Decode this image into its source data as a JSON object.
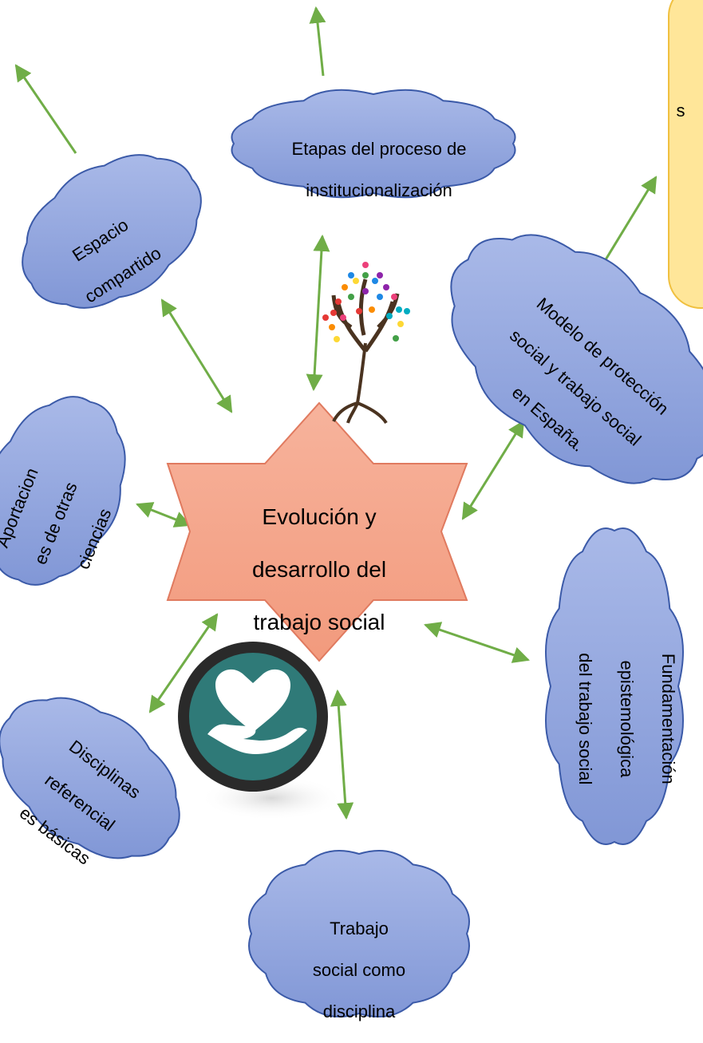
{
  "center": {
    "lines": [
      "Evolución y",
      "desarrollo del",
      "trabajo social"
    ]
  },
  "nodes": {
    "etapas": {
      "lines": [
        "Etapas del proceso de",
        "institucionalización"
      ]
    },
    "espacio": {
      "lines": [
        "Espacio",
        "compartido"
      ]
    },
    "modelo": {
      "lines": [
        "Modelo de protección",
        "social y trabajo social",
        "en España."
      ]
    },
    "aportaciones": {
      "lines": [
        "Aportacion",
        "es de otras",
        "ciencias"
      ]
    },
    "fundamentacion": {
      "lines": [
        "Fundamentación",
        "epistemológica",
        "del trabajo social"
      ]
    },
    "disciplinas": {
      "lines": [
        "Disciplinas",
        "referencial",
        "es básicas"
      ]
    },
    "trabajo_disciplina": {
      "lines": [
        "Trabajo",
        "social como",
        "disciplina"
      ]
    }
  },
  "note_box": {
    "fragment": "s"
  },
  "icons": [
    "tree-icon",
    "heart-hand-icon"
  ],
  "colors": {
    "cloud_fill": "#8fa3dc",
    "cloud_stroke": "#3b5aa8",
    "star_fill": "#f4a286",
    "star_stroke": "#e07a5f",
    "arrow": "#70ad47",
    "note_fill": "#ffe699",
    "note_stroke": "#f0c040"
  }
}
